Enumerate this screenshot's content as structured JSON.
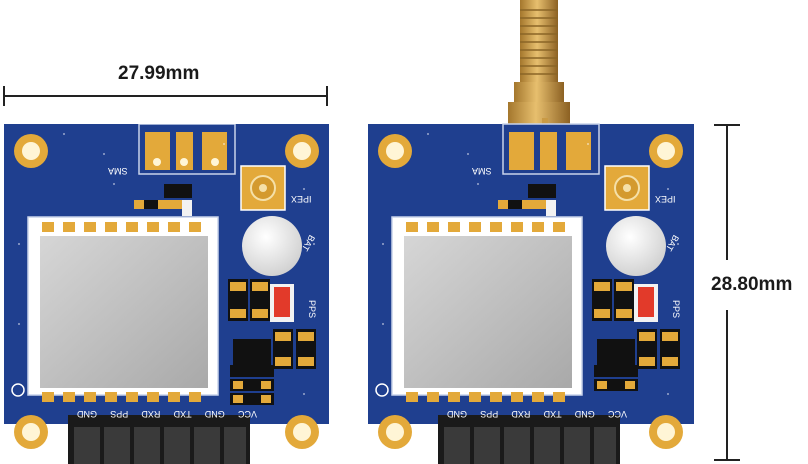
{
  "dimensions": {
    "width_label": "27.99mm",
    "height_label": "28.80mm"
  },
  "boards": [
    {
      "name": "board-without-antenna",
      "labels": {
        "sma": "SMA",
        "ipex": "IPEX",
        "bat": "BAT",
        "pps": "PPS"
      },
      "pins": [
        "GND",
        "PPS",
        "RXD",
        "TXD",
        "GND",
        "VCC"
      ]
    },
    {
      "name": "board-with-sma-antenna",
      "labels": {
        "sma": "SMA",
        "ipex": "IPEX",
        "bat": "BAT",
        "pps": "PPS"
      },
      "pins": [
        "GND",
        "PPS",
        "RXD",
        "TXD",
        "GND",
        "VCC"
      ]
    }
  ],
  "colors": {
    "pcb": "#1f3f8f",
    "pad_gold": "#e3a93a",
    "module_gray": "#c8c8c8",
    "header_black": "#1a1a1a",
    "dim_line": "#222222",
    "led_red": "#e23a2a"
  }
}
